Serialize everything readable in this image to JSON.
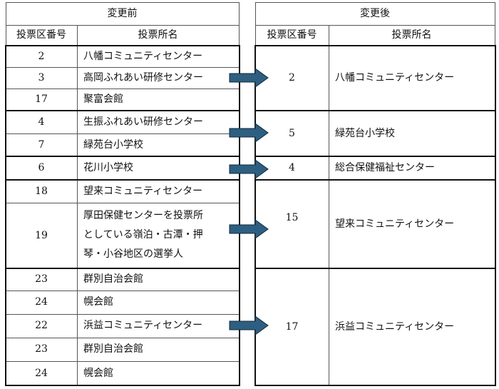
{
  "before": {
    "title": "変更前",
    "col_number": "投票区番号",
    "col_place": "投票所名",
    "rows": [
      {
        "no": "2",
        "name": "八幡コミュニティセンター"
      },
      {
        "no": "3",
        "name": "高岡ふれあい研修センター"
      },
      {
        "no": "17",
        "name": "聚富会館"
      },
      {
        "no": "4",
        "name": "生振ふれあい研修センター"
      },
      {
        "no": "7",
        "name": "緑苑台小学校"
      },
      {
        "no": "6",
        "name": "花川小学校"
      },
      {
        "no": "18",
        "name": "望来コミュニティセンター"
      },
      {
        "no": "19",
        "name_lines": [
          "厚田保健センターを投票所",
          "としている嶺泊・古潭・押",
          "琴・小谷地区の選挙人"
        ]
      },
      {
        "no": "23",
        "name": "群別自治会館"
      },
      {
        "no": "24",
        "name": "幌会館"
      },
      {
        "no": "22",
        "name": "浜益コミュニティセンター"
      },
      {
        "no": "23",
        "name": "群別自治会館"
      },
      {
        "no": "24",
        "name": "幌会館"
      }
    ]
  },
  "after": {
    "title": "変更後",
    "col_number": "投票区番号",
    "col_place": "投票所名",
    "groups": [
      {
        "no": "2",
        "name": "八幡コミュニティセンター"
      },
      {
        "no": "5",
        "name": "緑苑台小学校"
      },
      {
        "no": "4",
        "name": "総合保健福祉センター"
      },
      {
        "no": "15",
        "name": "望来コミュニティセンター"
      },
      {
        "no": "17",
        "name": "浜益コミュニティセンター"
      }
    ]
  },
  "arrow_color": "#2e5f80"
}
